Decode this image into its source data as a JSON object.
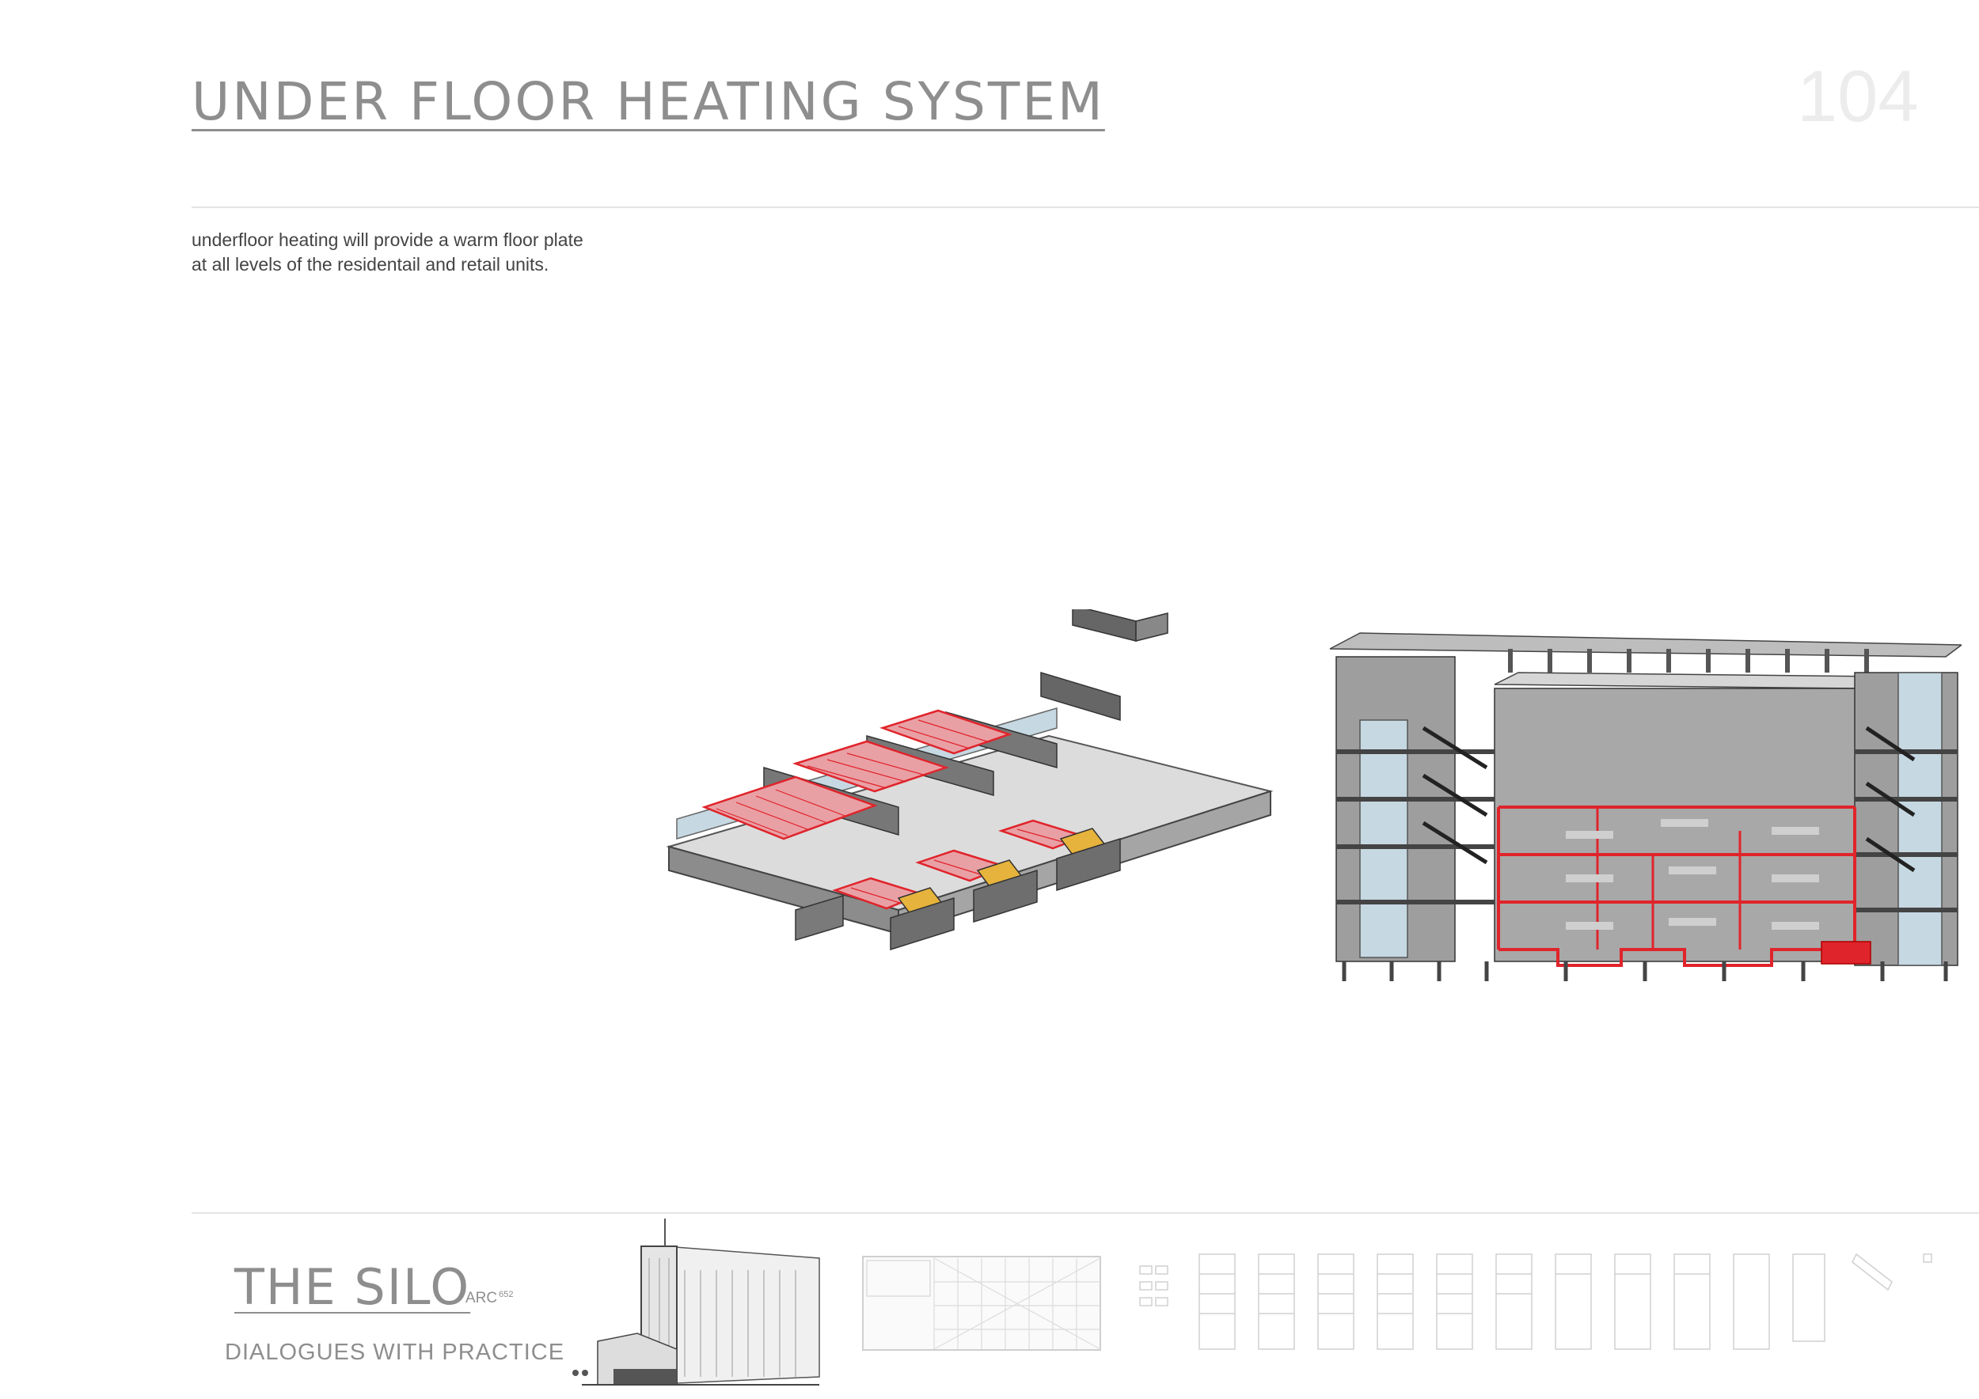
{
  "header": {
    "title": "UNDER FLOOR HEATING SYSTEM",
    "page_number": "104"
  },
  "description": {
    "line1": "underfloor heating will provide a warm floor plate",
    "line2": "at all levels of the residentail and retail units."
  },
  "footer": {
    "project_title": "THE SILO",
    "course_code": "ARC",
    "course_number": "652",
    "subtitle": "DIALOGUES WITH PRACTICE"
  },
  "colors": {
    "heating_red": "#e0242b",
    "heating_pink": "#e9a0a5",
    "concrete": "#9a9a9a",
    "floor": "#d9d9d9",
    "glass": "#bcd3de",
    "stair_yellow": "#e6b33c"
  }
}
